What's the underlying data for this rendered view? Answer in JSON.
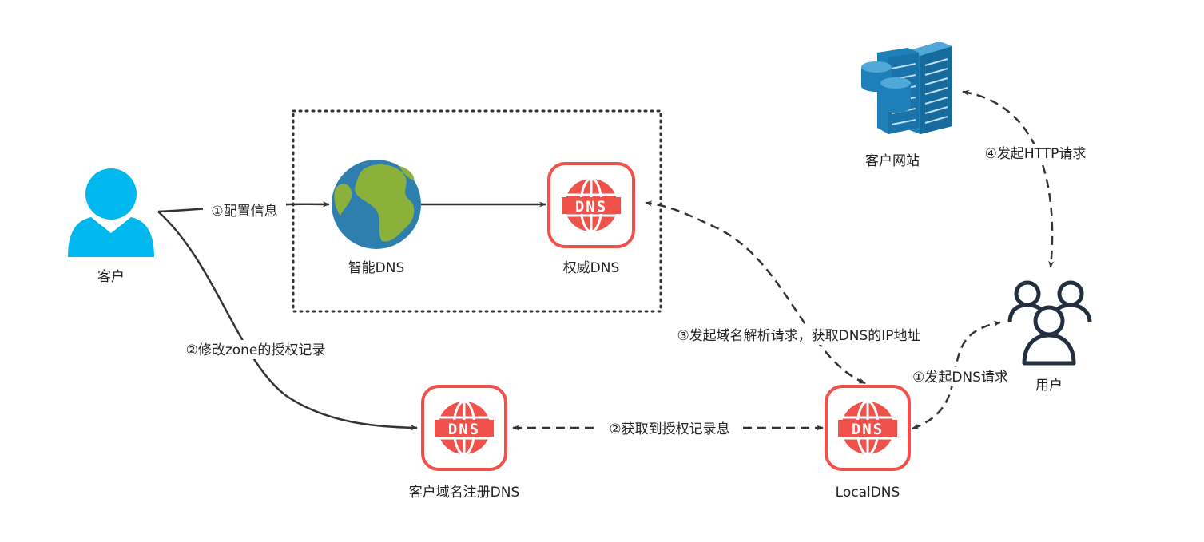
{
  "nodes": {
    "customer": {
      "label": "客户",
      "icon": "user-icon"
    },
    "smart_dns": {
      "label": "智能DNS",
      "icon": "globe-icon"
    },
    "auth_dns": {
      "label": "权威DNS",
      "icon": "dns-icon",
      "badge": "DNS"
    },
    "customer_website": {
      "label": "客户网站",
      "icon": "server-icon"
    },
    "registrar_dns": {
      "label": "客户域名注册DNS",
      "icon": "dns-icon",
      "badge": "DNS"
    },
    "local_dns": {
      "label": "LocalDNS",
      "icon": "dns-icon",
      "badge": "DNS"
    },
    "users": {
      "label": "用户",
      "icon": "users-icon"
    }
  },
  "edges": {
    "config": "①配置信息",
    "modify_zone": "②修改zone的授权记录",
    "resolve": "③发起域名解析请求，获取DNS的IP地址",
    "fetch_auth": "②获取到授权记录息",
    "request_dns": "①发起DNS请求",
    "http": "④发起HTTP请求"
  },
  "colors": {
    "dns_red": "#f0514a",
    "user_blue": "#00b7ee",
    "server_blue": "#1f7fb8",
    "globe_ocean": "#2e7eae",
    "globe_land": "#8bb13a",
    "users_navy": "#232f3e",
    "line": "#333333"
  }
}
